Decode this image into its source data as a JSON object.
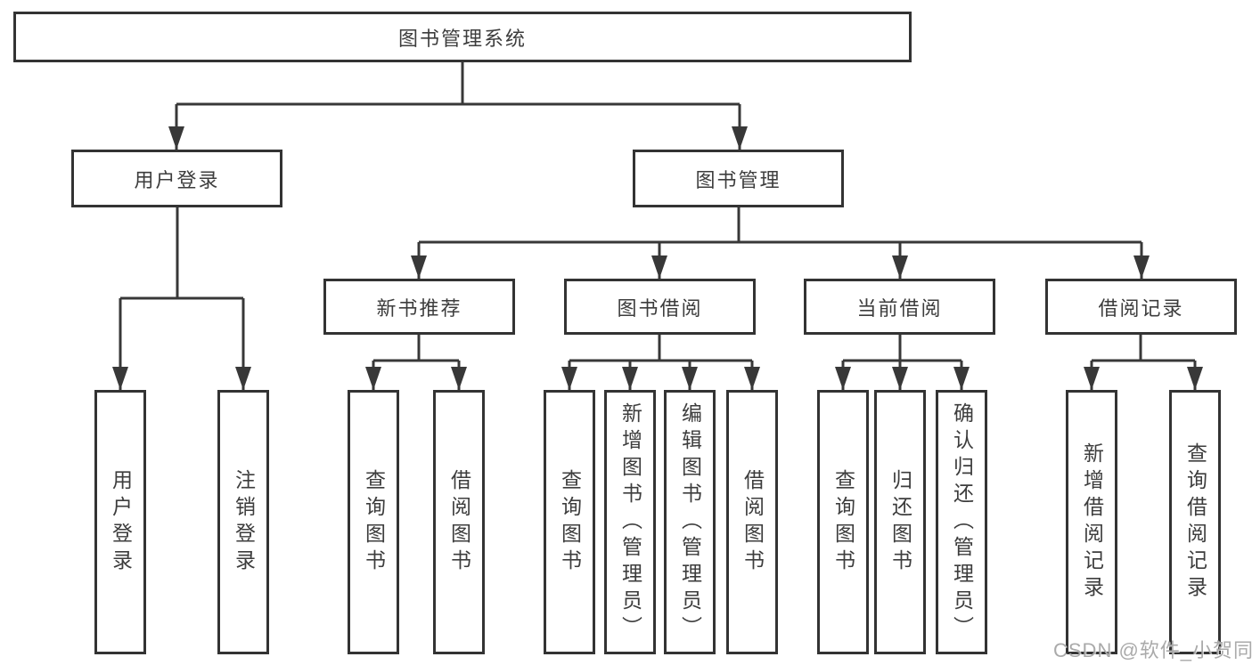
{
  "diagram": {
    "root": {
      "label": "图书管理系统"
    },
    "level2": {
      "user_login": {
        "label": "用户登录"
      },
      "book_mgmt": {
        "label": "图书管理"
      }
    },
    "level3": {
      "new_book": {
        "label": "新书推荐"
      },
      "book_borrow": {
        "label": "图书借阅"
      },
      "current_borrow": {
        "label": "当前借阅"
      },
      "borrow_record": {
        "label": "借阅记录"
      }
    },
    "leaves": {
      "user_login": {
        "label": "用户登录"
      },
      "logout": {
        "label": "注销登录"
      },
      "nb_query": {
        "label": "查询图书"
      },
      "nb_borrow": {
        "label": "借阅图书"
      },
      "bb_query": {
        "label": "查询图书"
      },
      "bb_add": {
        "label": "新增图书（管理员）"
      },
      "bb_edit": {
        "label": "编辑图书（管理员）"
      },
      "bb_borrow": {
        "label": "借阅图书"
      },
      "cb_query": {
        "label": "查询图书"
      },
      "cb_return": {
        "label": "归还图书"
      },
      "cb_confirm": {
        "label": "确认归还（管理员）"
      },
      "br_add": {
        "label": "新增借阅记录"
      },
      "br_query": {
        "label": "查询借阅记录"
      }
    },
    "watermark": "CSDN @软件_小贺同学",
    "colors": {
      "line": "#383838",
      "box_border": "#333333",
      "text": "#3d3d3d",
      "watermark": "#a3a3a3",
      "background": "#ffffff"
    }
  }
}
